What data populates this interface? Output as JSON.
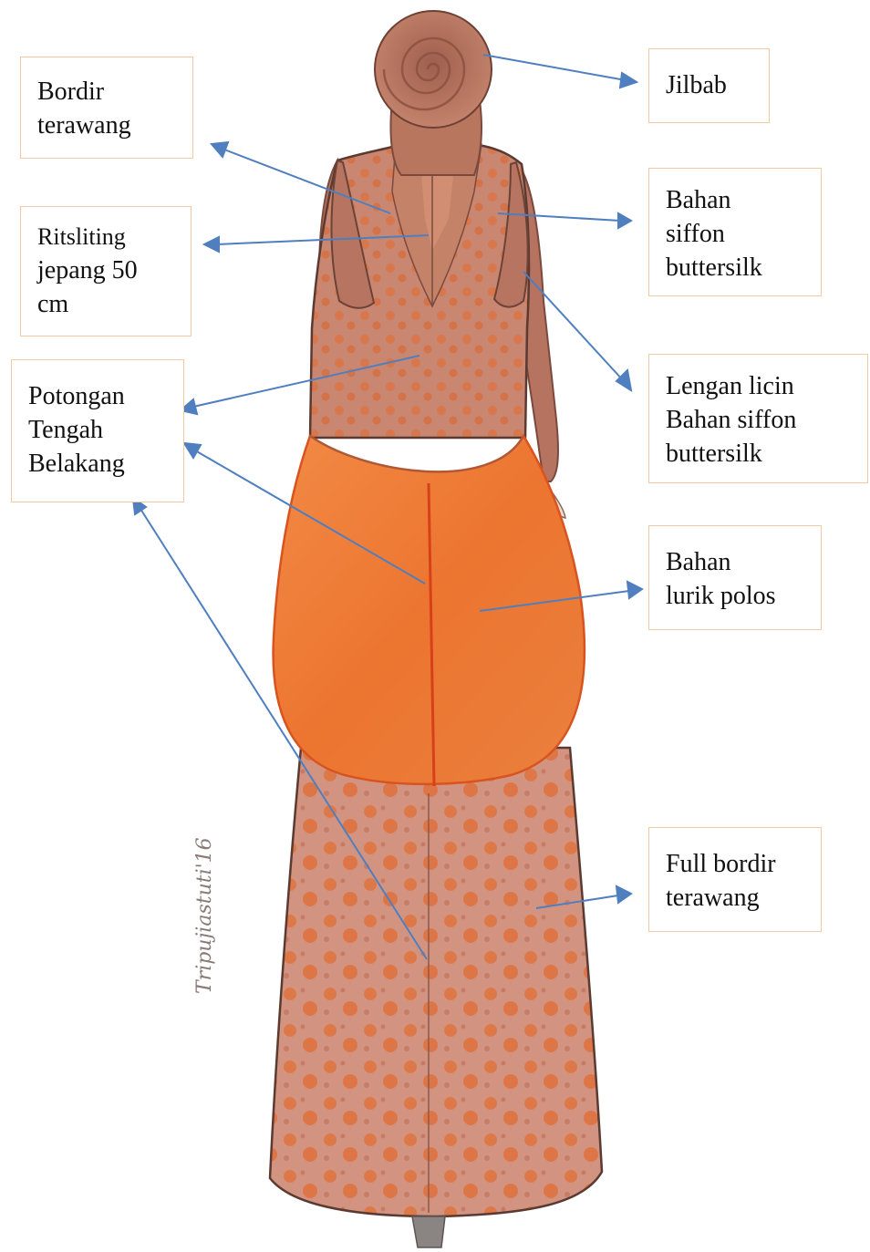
{
  "labels": {
    "bordir_terawang": [
      "Bordir",
      "terawang"
    ],
    "ritsliting": [
      "Ritsliting",
      "jepang 50",
      "cm"
    ],
    "potongan": [
      "Potongan",
      "Tengah",
      "Belakang"
    ],
    "jilbab": [
      "Jilbab"
    ],
    "bahan_siffon": [
      "Bahan",
      "siffon",
      "buttersilk"
    ],
    "lengan": [
      "Lengan licin",
      "Bahan siffon",
      "buttersilk"
    ],
    "lurik": [
      "Bahan",
      "lurik polos"
    ],
    "full_bordir": [
      "Full bordir",
      "terawang"
    ]
  },
  "signature": "Tripujiastuti'16",
  "colors": {
    "arrow": "#4f7fbf",
    "hijab": "#b4735e",
    "dress_embroidered": "#cf8d77",
    "dots": "#e0703c",
    "lurik_panel": "#ee7a34",
    "sleeve": "#bf7a65"
  }
}
